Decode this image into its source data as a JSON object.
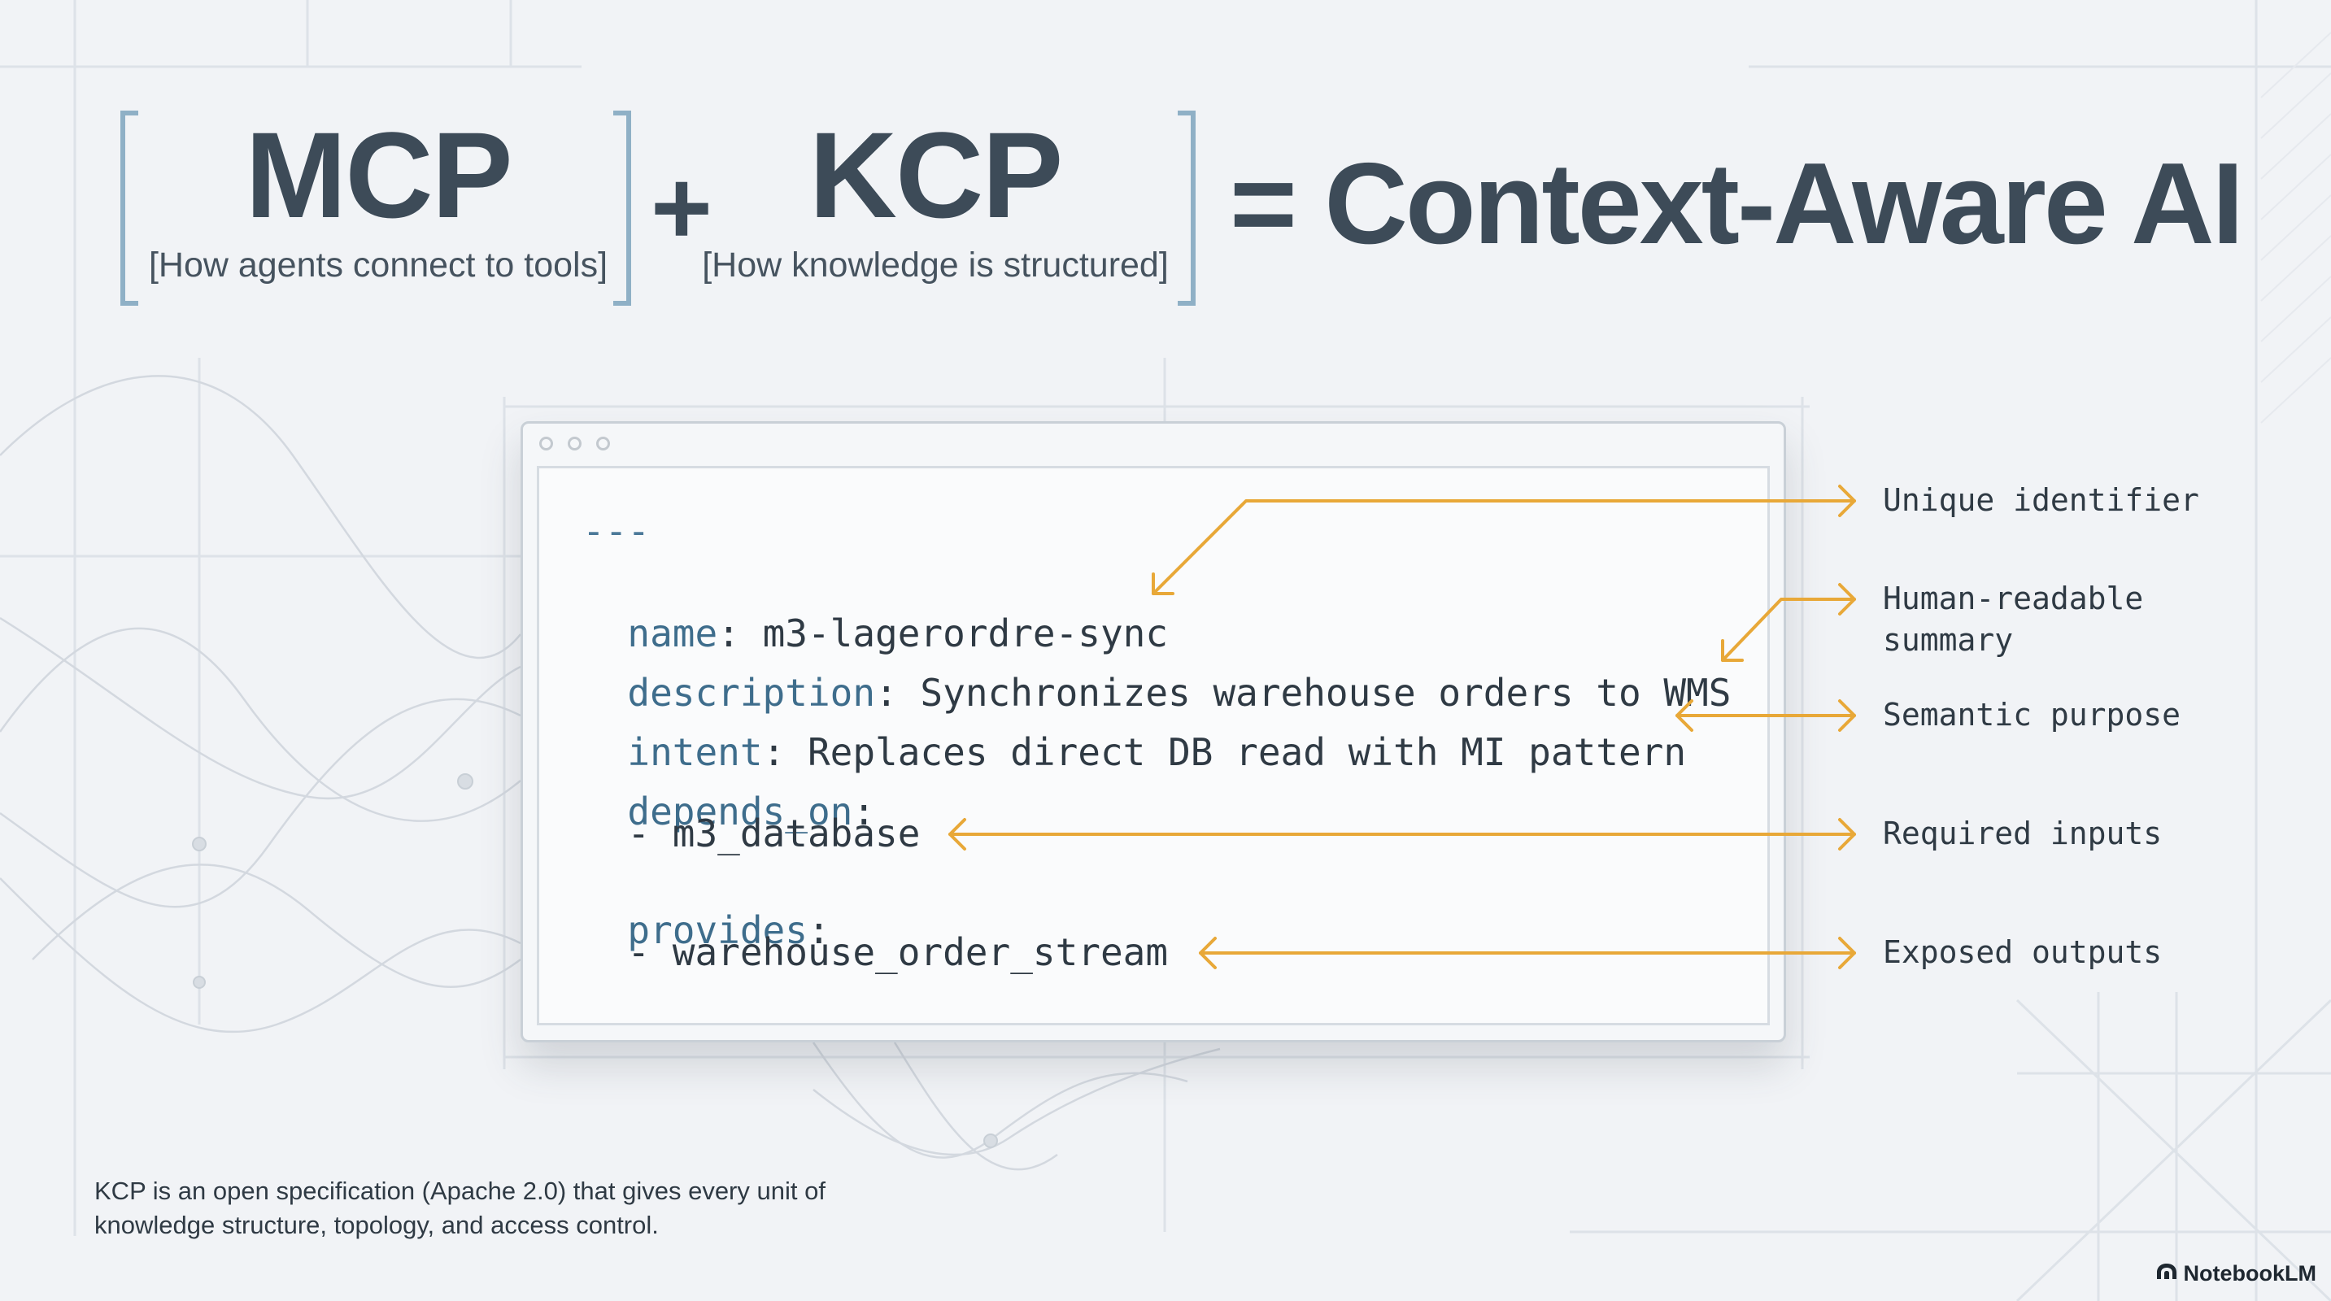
{
  "header": {
    "mcp": {
      "title": "MCP",
      "subtitle": "[How agents connect to tools]"
    },
    "plus": "+",
    "kcp": {
      "title": "KCP",
      "subtitle": "[How knowledge is structured]"
    },
    "result": "= Context-Aware AI"
  },
  "code": {
    "separator": "---",
    "lines": [
      {
        "key": "name",
        "colon": ":",
        "value": " m3-lagerordre-sync"
      },
      {
        "key": "description",
        "colon": ":",
        "value": " Synchronizes warehouse orders to WMS"
      },
      {
        "key": "intent",
        "colon": ":",
        "value": " Replaces direct DB read with MI pattern"
      },
      {
        "key": "depends_on",
        "colon": ":",
        "value": ""
      },
      {
        "item": "  - m3_database"
      },
      {
        "key": "provides",
        "colon": ":",
        "value": ""
      },
      {
        "item": "  - warehouse_order_stream"
      }
    ]
  },
  "annotations": {
    "unique_identifier": "Unique identifier",
    "human_readable_summary": "Human-readable\nsummary",
    "semantic_purpose": "Semantic purpose",
    "required_inputs": "Required inputs",
    "exposed_outputs": "Exposed outputs"
  },
  "footnote": "KCP is an open specification (Apache 2.0) that gives every unit of knowledge structure, topology, and access control.",
  "brand": {
    "label": "NotebookLM",
    "icon": "notebooklm-logo-icon"
  },
  "colors": {
    "accent_arrow": "#e8a838",
    "bracket": "#8fb0c6",
    "key_text": "#3e6d8c",
    "title_text": "#3d4b58"
  }
}
